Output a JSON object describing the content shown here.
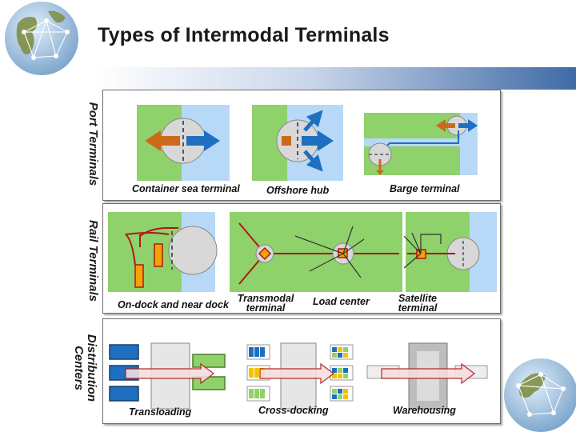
{
  "slide": {
    "title": "Types of Intermodal Terminals"
  },
  "sections": {
    "port": {
      "label": "Port Terminals",
      "captions": {
        "container": "Container sea terminal",
        "offshore": "Offshore hub",
        "barge": "Barge terminal"
      }
    },
    "rail": {
      "label": "Rail Terminals",
      "captions": {
        "ondock": "On-dock and near dock",
        "transmodal": "Transmodal\nterminal",
        "load_center": "Load center",
        "satellite": "Satellite\nterminal"
      }
    },
    "distribution": {
      "label": "Distribution\nCenters",
      "captions": {
        "transloading": "Transloading",
        "crossdocking": "Cross-docking",
        "warehousing": "Warehousing"
      }
    }
  },
  "colors": {
    "land": "#8fd16b",
    "water": "#b7d9f7",
    "terminal": "#d8d8d8",
    "orange_flow": "#cc6a1a",
    "blue_flow": "#1f6fc0",
    "rail_line": "#b0161a",
    "hub_marker": "#f5a300",
    "gradient_end": "#3f6aa6"
  },
  "icons": [
    "globe-icon",
    "arrow-icon",
    "container-icon",
    "rail-track-icon",
    "truck-icon"
  ]
}
